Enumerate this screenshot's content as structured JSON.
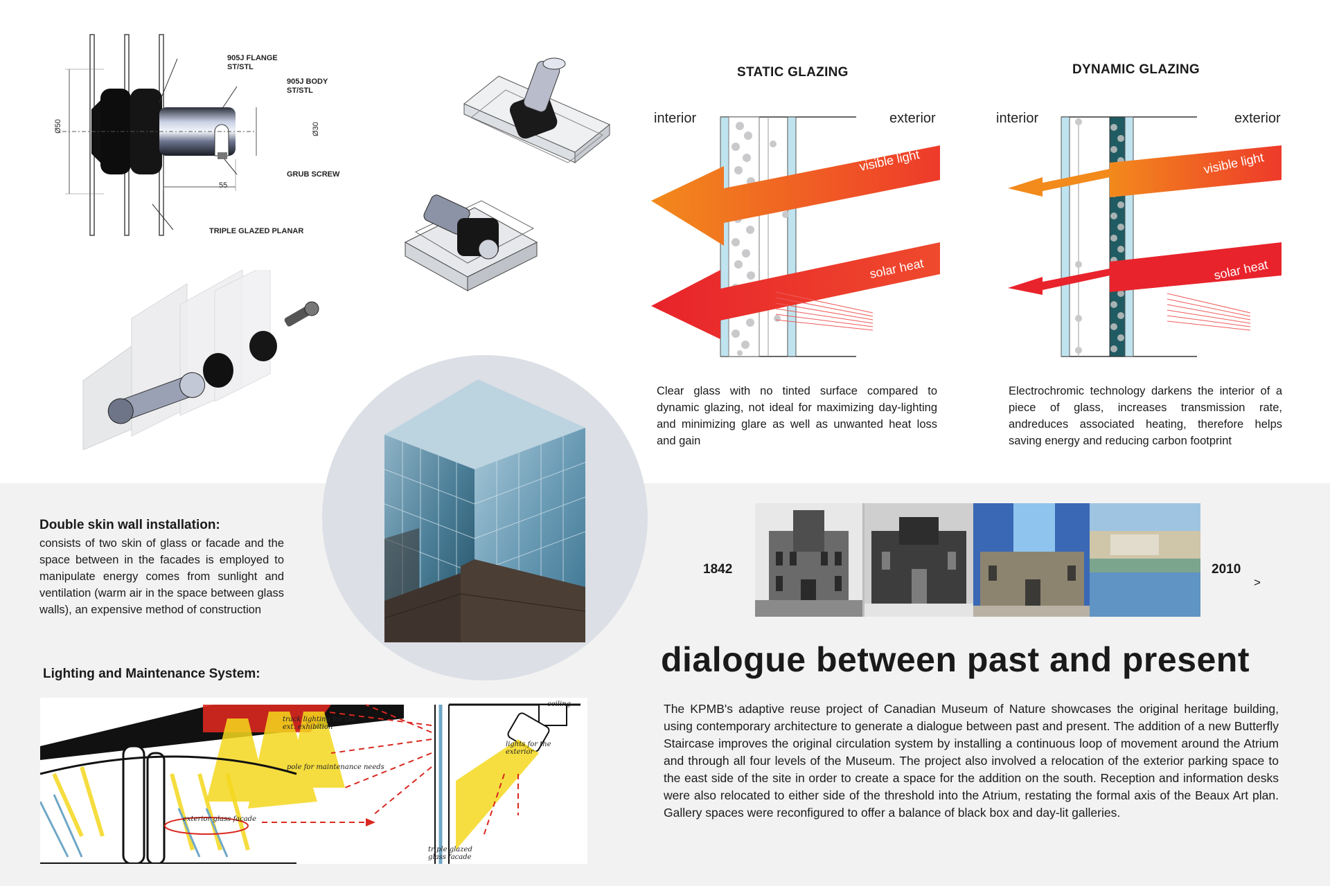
{
  "colors": {
    "orange_light": "#f28a1c",
    "orange_deep": "#ee3a2a",
    "red_heat": "#e8232b",
    "glass_blue": "#bfe3ef",
    "dark_teal": "#1f5b62",
    "band_grey": "#f2f2f2",
    "circle_grey": "#dcdfe5",
    "sketch_yellow": "#f4d81e",
    "sketch_red": "#d9281f"
  },
  "hardware": {
    "flange_label": "905J FLANGE",
    "flange_material": "ST/STL",
    "body_label": "905J BODY",
    "body_material": "ST/STL",
    "grub_label": "GRUB SCREW",
    "planar_label": "TRIPLE GLAZED PLANAR",
    "dim_50": "Ø50",
    "dim_30": "Ø30",
    "dim_55": "55"
  },
  "static_glazing": {
    "title": "STATIC GLAZING",
    "interior": "interior",
    "exterior": "exterior",
    "visible_light": "visible light",
    "solar_heat": "solar heat",
    "description": "Clear glass with no tinted surface compared to dynamic glazing, not ideal for maximizing day-lighting and minimizing glare as well as unwanted heat loss and gain"
  },
  "dynamic_glazing": {
    "title": "DYNAMIC GLAZING",
    "interior": "interior",
    "exterior": "exterior",
    "visible_light": "visible light",
    "solar_heat": "solar heat",
    "description": "Electrochromic technology darkens the interior of a piece of glass, increases transmission rate, andreduces associated heating, therefore helps saving energy and reducing carbon footprint"
  },
  "double_skin": {
    "heading": "Double skin wall installation:",
    "text": "consists of two skin of glass or facade and the space between in the facades is employed to manipulate energy comes from sunlight and ventilation (warm air in the space between glass walls), an expensive method of construction"
  },
  "lighting": {
    "heading": "Lighting and Maintenance System:",
    "note_ceiling": "ceiling",
    "note_track": "track lighting for the ext. exhibition",
    "note_pole": "pole for maintenance needs",
    "note_lights": "lights for the exterior",
    "note_fixture": "exterior glass facade",
    "note_triple": "triple glazed glass facade"
  },
  "timeline": {
    "start_year": "1842",
    "end_year": "2010",
    "arrow": ">"
  },
  "dialogue": {
    "heading": "dialogue between past and present",
    "text": "The KPMB's adaptive reuse project of Canadian Museum of Nature showcases the original heritage building, using contemporary architecture to generate a dialogue between past and present. The addition of a new Butterfly Staircase improves the original circulation system by installing a continuous loop of movement around the Atrium and through all four levels of the Museum. The project also involved a relocation of the exterior parking space to the east side of the site in order to create a space for the addition on the south. Reception and information desks were also relocated to either side of the threshold into the Atrium, restating the formal axis of the Beaux Art plan. Gallery spaces were reconfigured to offer a balance of black box and day-lit galleries."
  }
}
